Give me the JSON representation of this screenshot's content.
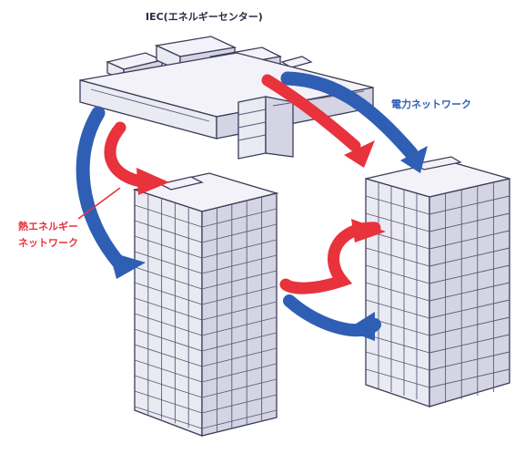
{
  "labels": {
    "energy_center": "IEC(エネルギーセンター)",
    "power_network": "電力ネットワーク",
    "heat_network_line1": "熱エネルギー",
    "heat_network_line2": "ネットワーク"
  },
  "colors": {
    "heat_arrow": "#e8323c",
    "power_arrow": "#2f5fb4",
    "building_line": "#3c3c5a",
    "building_fill": "#eaeaf3"
  }
}
